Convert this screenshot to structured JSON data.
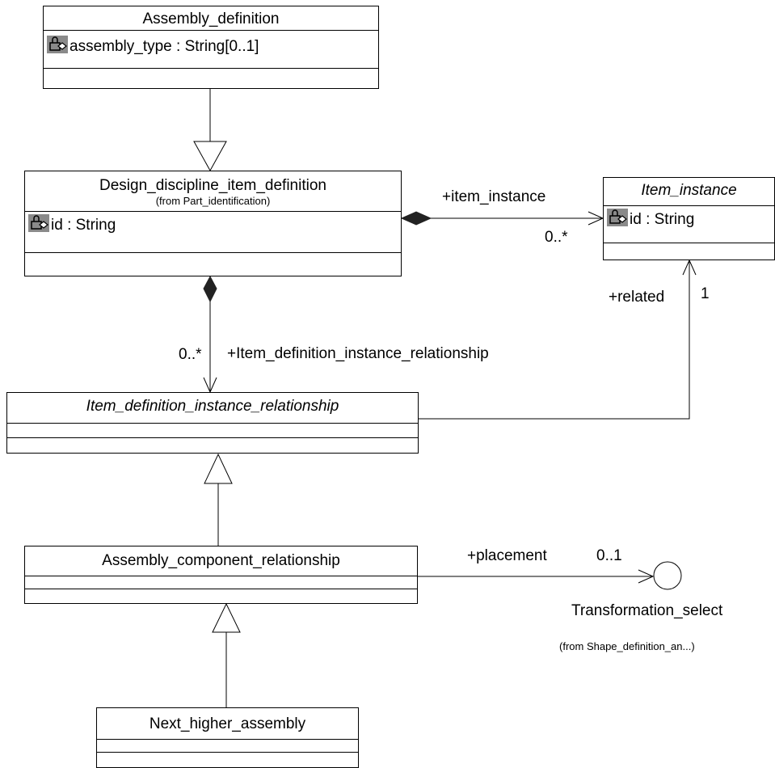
{
  "classes": {
    "assembly_definition": {
      "name": "Assembly_definition",
      "attr": "assembly_type : String[0..1]"
    },
    "design_discipline": {
      "name": "Design_discipline_item_definition",
      "pkg": "(from Part_identification)",
      "attr": "id : String"
    },
    "item_instance": {
      "name": "Item_instance",
      "attr": "id : String"
    },
    "idir": {
      "name": "Item_definition_instance_relationship"
    },
    "acr": {
      "name": "Assembly_component_relationship"
    },
    "nha": {
      "name": "Next_higher_assembly"
    }
  },
  "interface": {
    "name": "Transformation_select",
    "pkg": "(from Shape_definition_an...)"
  },
  "labels": {
    "item_instance_role": "+item_instance",
    "item_instance_mult": "0..*",
    "related_role": "+related",
    "related_mult": "1",
    "idir_role": "+Item_definition_instance_relationship",
    "idir_mult": "0..*",
    "placement_role": "+placement",
    "placement_mult": "0..1"
  },
  "icons": {
    "attribute": "lock-attribute-icon"
  }
}
